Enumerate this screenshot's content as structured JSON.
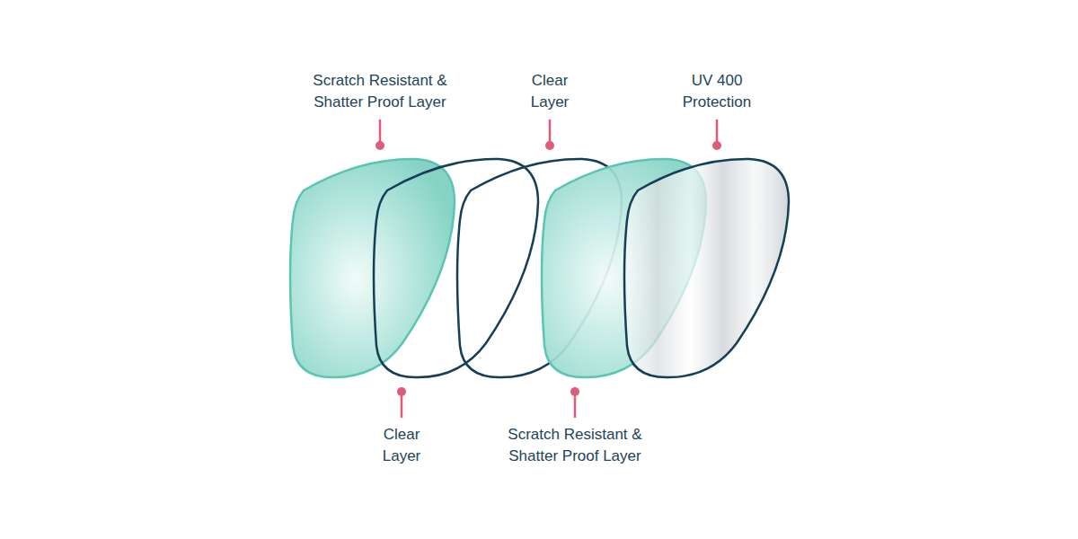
{
  "diagram": {
    "labels": [
      "Scratch Resistant & Shatter Proof Layer",
      "Clear Layer",
      "UV 400 Protection",
      "Clear Layer",
      "Scratch Resistant & Shatter Proof Layer"
    ]
  }
}
